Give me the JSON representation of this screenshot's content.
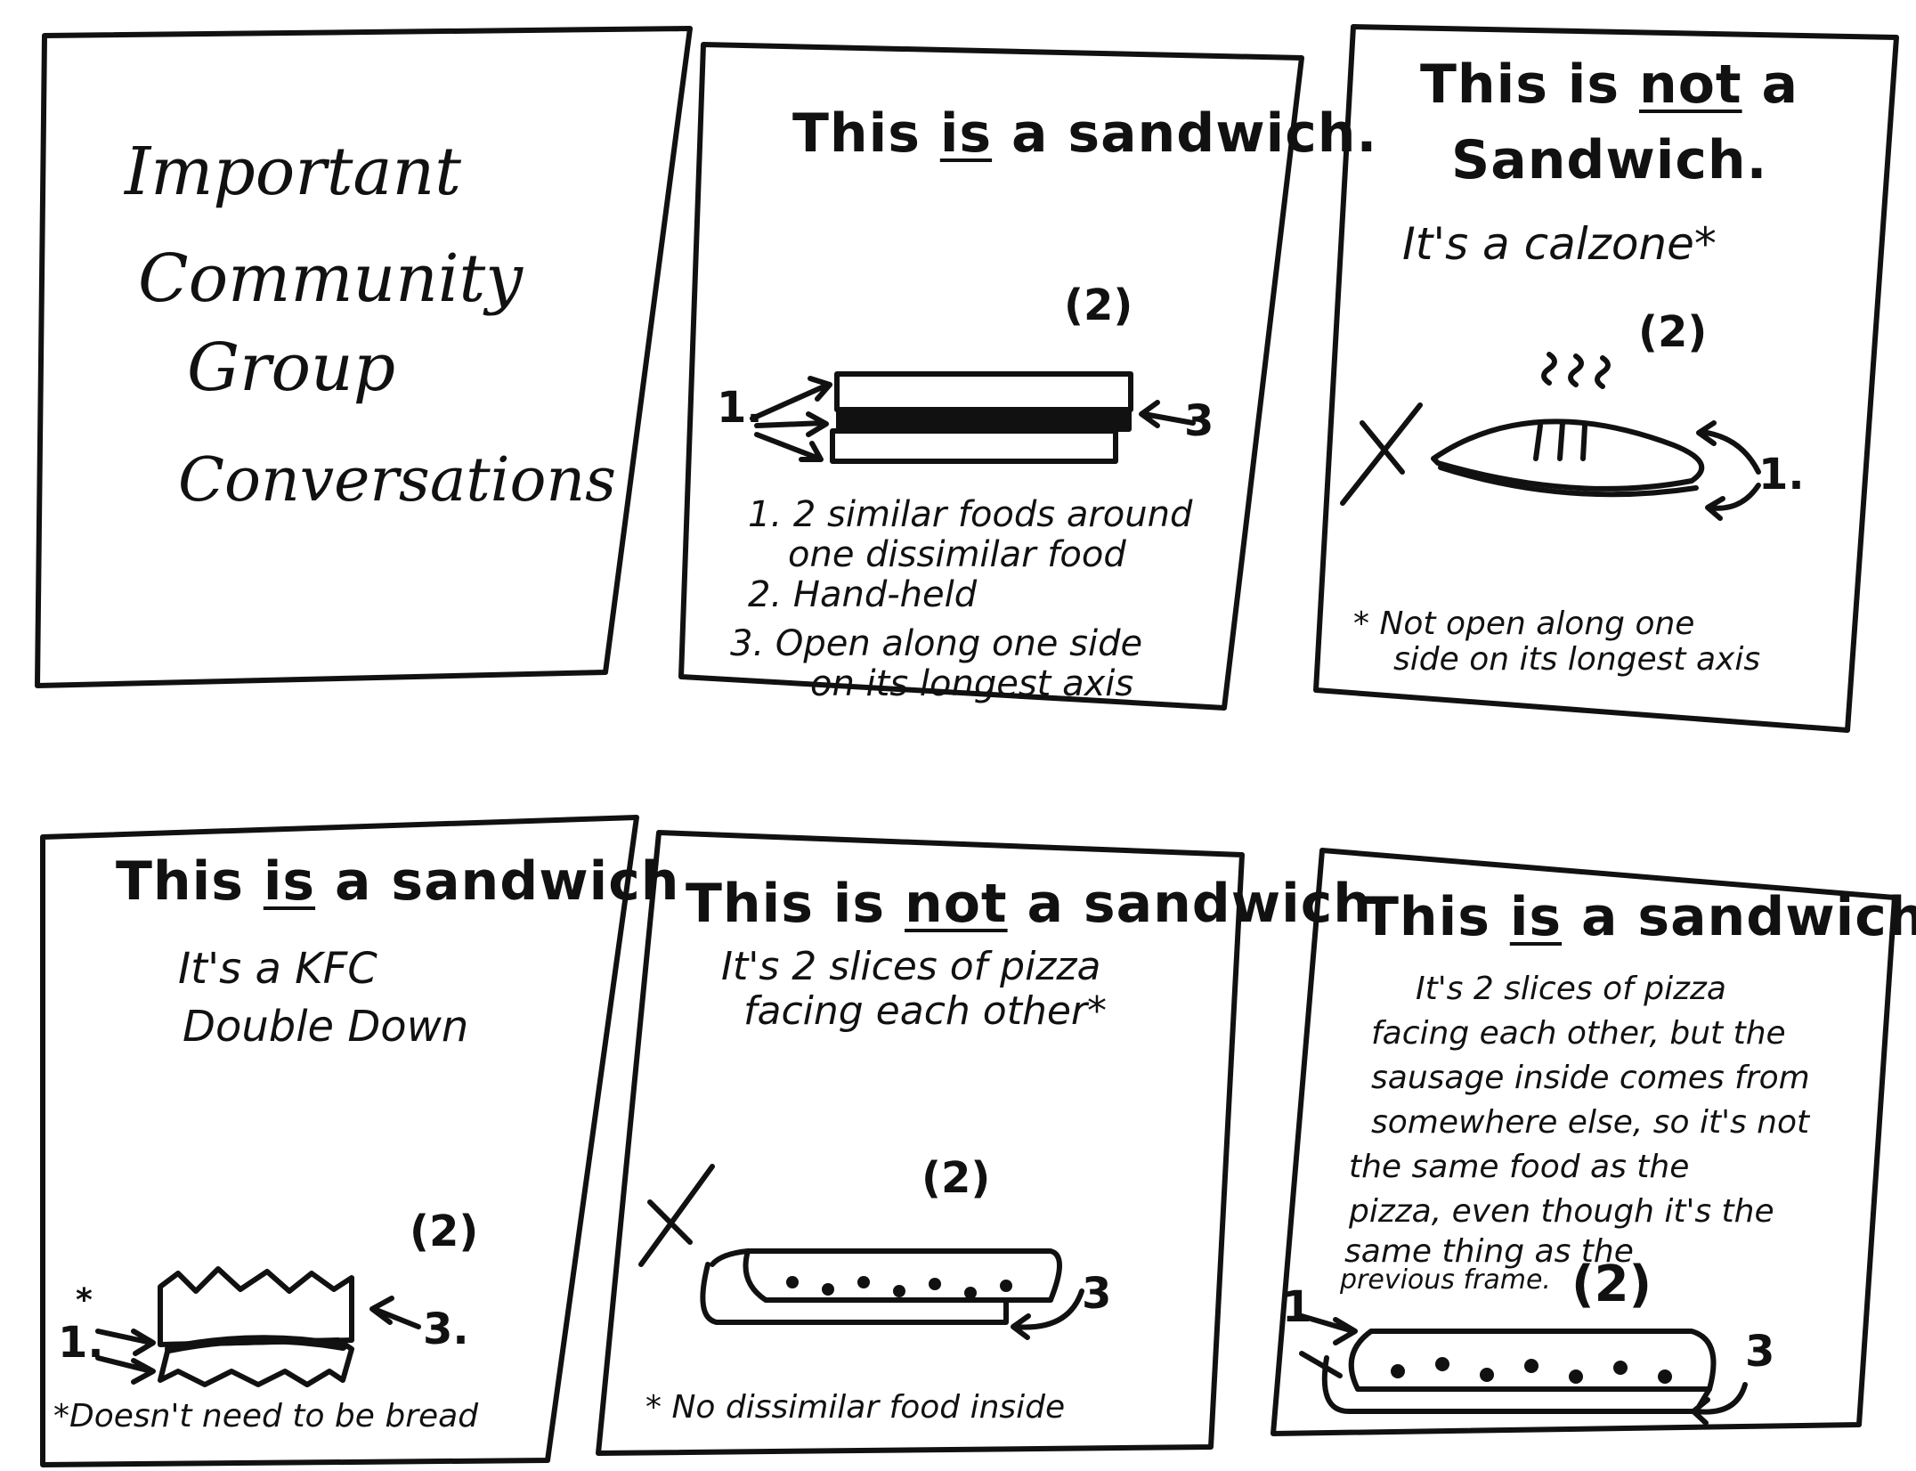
{
  "cover": {
    "lines": [
      "Important",
      "Community",
      "Group",
      "Conversations"
    ]
  },
  "panel2": {
    "title_pre": "This ",
    "title_emph": "is",
    "title_post": " a sandwich.",
    "label_2": "(2)",
    "label_1": "1.",
    "label_3": "3",
    "rules": [
      "1. 2 similar foods around",
      "one dissimilar food",
      "2. Hand-held",
      "3. Open along one side",
      "on its longest axis"
    ]
  },
  "panel3": {
    "title_l1_pre": "This is ",
    "title_l1_emph": "not",
    "title_l1_post": " a",
    "title_l2": "Sandwich.",
    "subtitle": "It's a calzone*",
    "label_2": "(2)",
    "label_1": "1.",
    "footnote_l1": "* Not open along one",
    "footnote_l2": "side on its longest axis"
  },
  "panel4": {
    "title_pre": "This ",
    "title_emph": "is",
    "title_post": " a sandwich",
    "subtitle_l1": "It's a KFC",
    "subtitle_l2": "Double Down",
    "label_2": "(2)",
    "label_1": "1.",
    "label_star": "*",
    "label_3": "3.",
    "footnote": "*Doesn't need to be bread"
  },
  "panel5": {
    "title_pre": "This is ",
    "title_emph": "not",
    "title_post": " a sandwich",
    "subtitle_l1": "It's 2 slices of pizza",
    "subtitle_l2": "facing each other*",
    "label_2": "(2)",
    "label_3": "3",
    "footnote": "* No dissimilar food inside"
  },
  "panel6": {
    "title_pre": "This ",
    "title_emph": "is",
    "title_post": " a sandwich",
    "body": [
      "It's 2 slices of pizza",
      "facing each other, but the",
      "sausage inside comes from",
      "somewhere else, so it's not",
      "the same food as the",
      "pizza, even though it's the",
      "same thing as the",
      "previous frame."
    ],
    "label_2": "(2)",
    "label_1": "1",
    "label_3": "3"
  }
}
